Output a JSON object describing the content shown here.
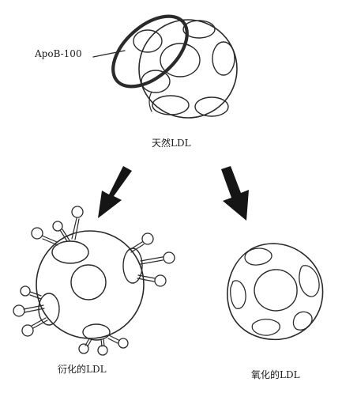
{
  "labels": {
    "apob": "ApoB-100",
    "native_ldl": "天然LDL",
    "derivatized_ldl": "衍化的LDL",
    "oxidized_ldl": "氧化的LDL"
  },
  "colors": {
    "line": "#2a2a2a",
    "arrow": "#151515",
    "background": "#ffffff"
  }
}
